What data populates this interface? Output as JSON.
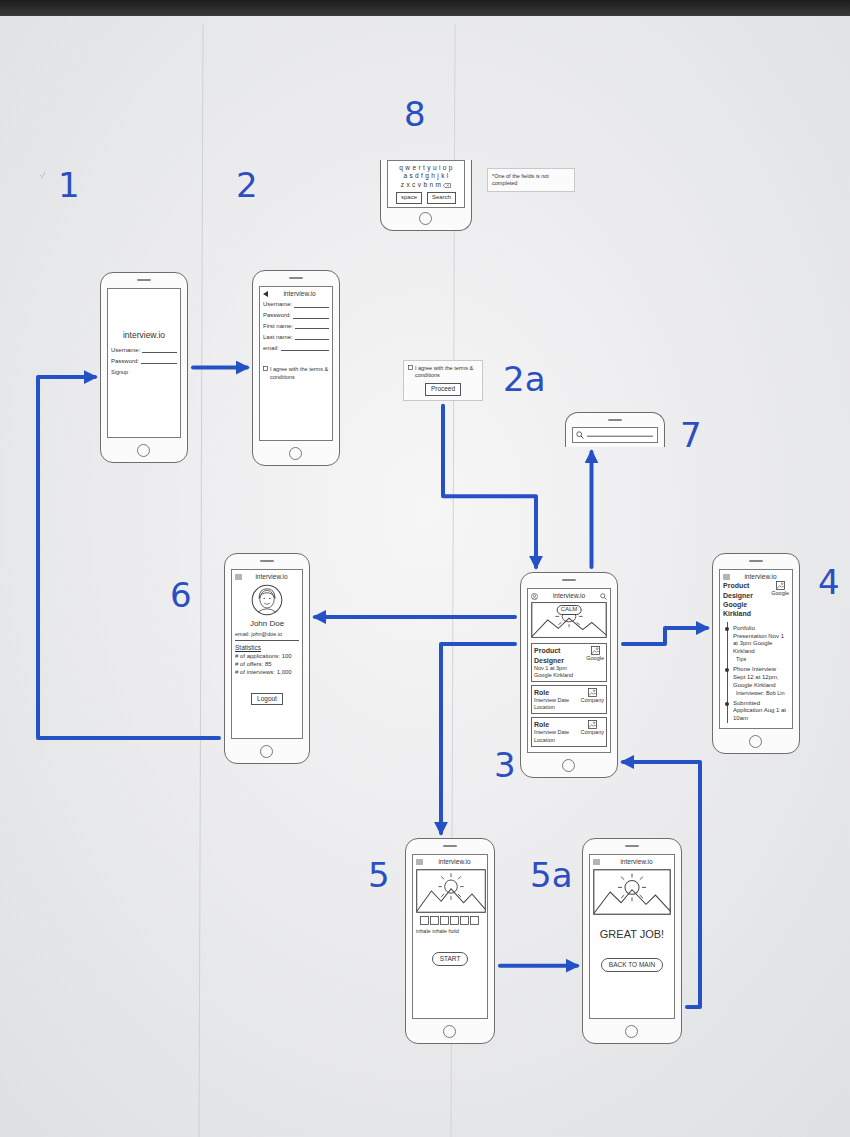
{
  "diagram": {
    "nodes": [
      {
        "text": [
          "8",
          "q w e r t y u i o p",
          "a s d f g h j k l",
          "z x c v b n m"
        ]
      },
      {
        "text": [
          "space"
        ],
        "in": 0
      },
      {
        "text": [
          "Search"
        ],
        "in": 0
      },
      {
        "text": [
          "*One of the fields is not completed"
        ]
      },
      {
        "text": [
          "1",
          "interview.io",
          "Username:",
          "Password:",
          "Signup"
        ]
      },
      {
        "text": [
          "2",
          "interview.io",
          "Username:",
          "Password:",
          "First name:",
          "Last name:",
          "email:",
          "I agree with the terms & conditions"
        ]
      },
      {
        "text": [
          "2a",
          "I agree with the terms & conditions"
        ]
      },
      {
        "text": [
          "Proceed"
        ],
        "in": 6
      },
      {
        "text": [
          "7"
        ]
      },
      {
        "text": [
          "6",
          "interview.io",
          "John Doe",
          "email: john@doe.io",
          "Statistics",
          "# of applications: 100",
          "# of offers: 85",
          "# of interviews: 1,000"
        ]
      },
      {
        "text": [
          "Logout"
        ],
        "in": 9
      },
      {
        "text": [
          "3",
          "interview.io",
          "CALM"
        ]
      },
      {
        "text": [
          "Product Designer",
          "Nov 1 at 3pm Google Kirkland",
          "Google"
        ],
        "in": 11
      },
      {
        "text": [
          "Role",
          "Interview Date Location",
          "Company"
        ],
        "in": 11
      },
      {
        "text": [
          "Role",
          "Interview Date Location",
          "Company"
        ],
        "in": 11
      },
      {
        "text": [
          "4",
          "interview.io",
          "Product Designer Google Kirkland",
          "Google",
          "Portfolio Presentation Nov 1 at 3pm Google Kirkland",
          "Tips",
          "Phone Interview Sept 12 at 12pm, Google Kirkland",
          "Interviewer: Bob Lin",
          "Submitted Application Aug 1 at 10am"
        ]
      },
      {
        "text": [
          "5",
          "interview.io",
          "inhale inhale hold"
        ]
      },
      {
        "text": [
          "START"
        ],
        "in": 16
      },
      {
        "text": [
          "5a",
          "interview.io",
          "GREAT JOB!"
        ]
      },
      {
        "text": [
          "BACK TO MAIN"
        ],
        "in": 18
      }
    ],
    "edges": [
      {
        "from": 4,
        "to": 5,
        "arrow": "to"
      },
      {
        "from": 6,
        "to": 11,
        "arrow": "to"
      },
      {
        "from": 11,
        "to": 8,
        "arrow": "to"
      },
      {
        "from": 11,
        "to": 15,
        "arrow": "to"
      },
      {
        "from": 11,
        "to": 9,
        "arrow": "to"
      },
      {
        "from": 11,
        "to": 16,
        "arrow": "to"
      },
      {
        "from": 16,
        "to": 18,
        "arrow": "to"
      },
      {
        "from": 18,
        "to": 11,
        "arrow": "to"
      },
      {
        "from": 9,
        "to": 4,
        "arrow": "to"
      }
    ]
  }
}
